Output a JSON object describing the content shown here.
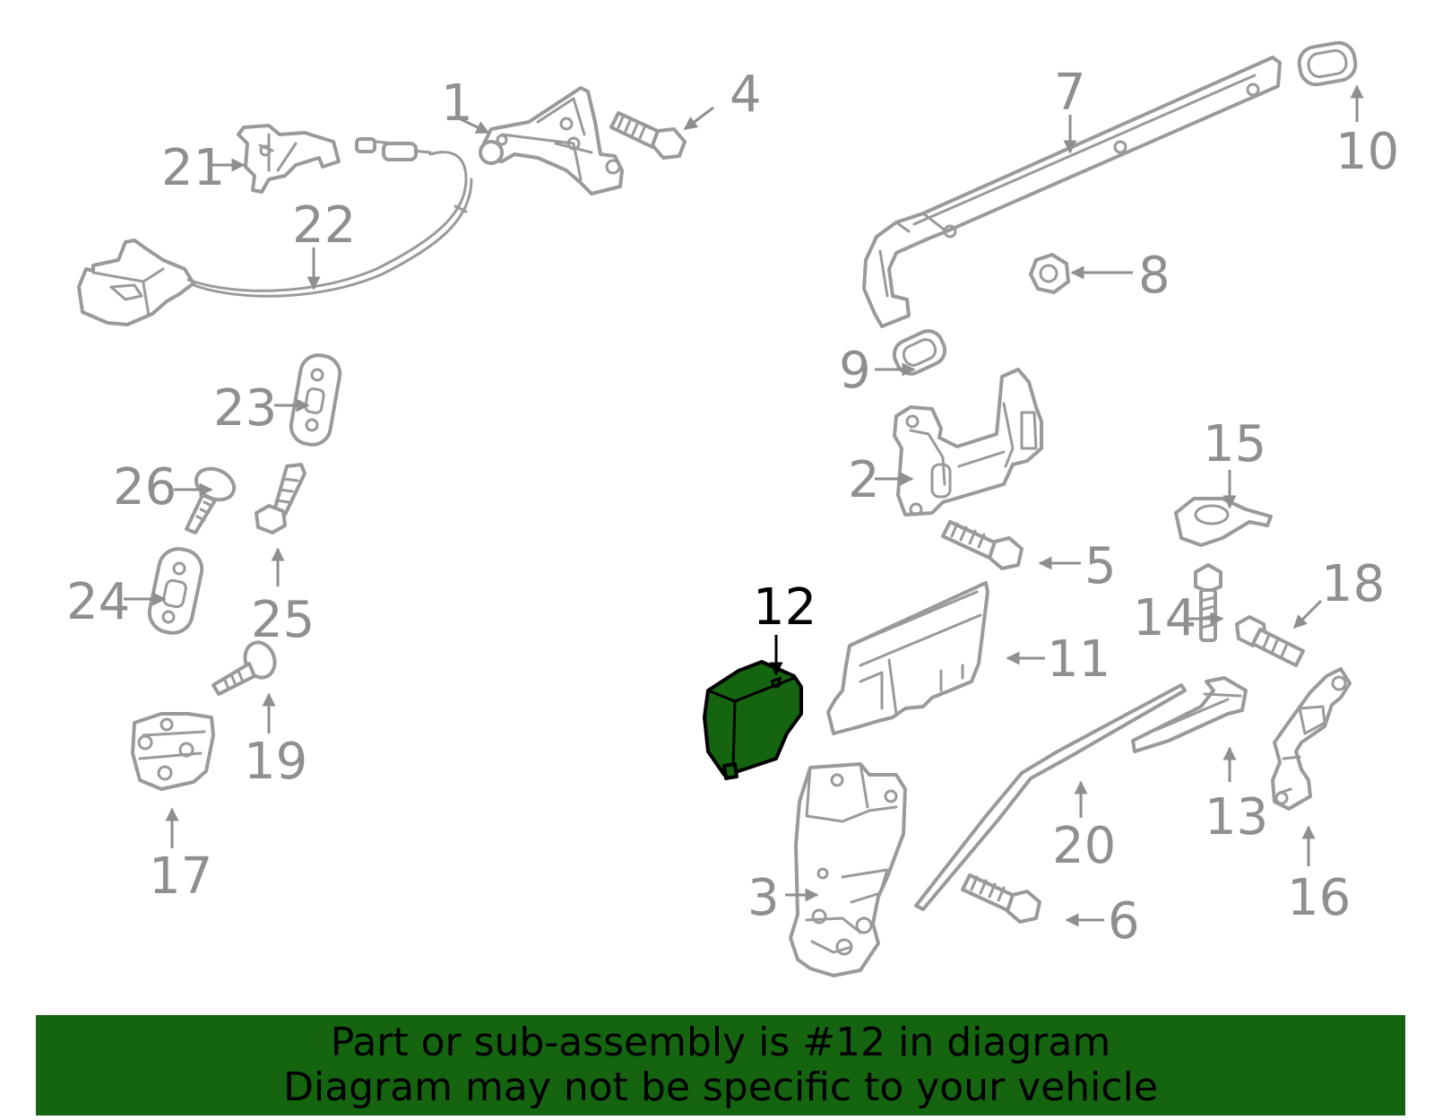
{
  "callouts": [
    {
      "id": "1",
      "text": "1"
    },
    {
      "id": "2",
      "text": "2"
    },
    {
      "id": "3",
      "text": "3"
    },
    {
      "id": "4",
      "text": "4"
    },
    {
      "id": "5",
      "text": "5"
    },
    {
      "id": "6",
      "text": "6"
    },
    {
      "id": "7",
      "text": "7"
    },
    {
      "id": "8",
      "text": "8"
    },
    {
      "id": "9",
      "text": "9"
    },
    {
      "id": "10",
      "text": "10"
    },
    {
      "id": "11",
      "text": "11"
    },
    {
      "id": "12",
      "text": "12"
    },
    {
      "id": "13",
      "text": "13"
    },
    {
      "id": "14",
      "text": "14"
    },
    {
      "id": "15",
      "text": "15"
    },
    {
      "id": "16",
      "text": "16"
    },
    {
      "id": "17",
      "text": "17"
    },
    {
      "id": "18",
      "text": "18"
    },
    {
      "id": "19",
      "text": "19"
    },
    {
      "id": "20",
      "text": "20"
    },
    {
      "id": "21",
      "text": "21"
    },
    {
      "id": "22",
      "text": "22"
    },
    {
      "id": "23",
      "text": "23"
    },
    {
      "id": "24",
      "text": "24"
    },
    {
      "id": "25",
      "text": "25"
    },
    {
      "id": "26",
      "text": "26"
    }
  ],
  "highlighted_part": "12",
  "colors": {
    "highlight": "#146410",
    "lines": "#9a9a9a"
  },
  "banner": {
    "line1": "Part or sub-assembly is #12 in diagram",
    "line2": "Diagram may not be specific to your vehicle"
  }
}
